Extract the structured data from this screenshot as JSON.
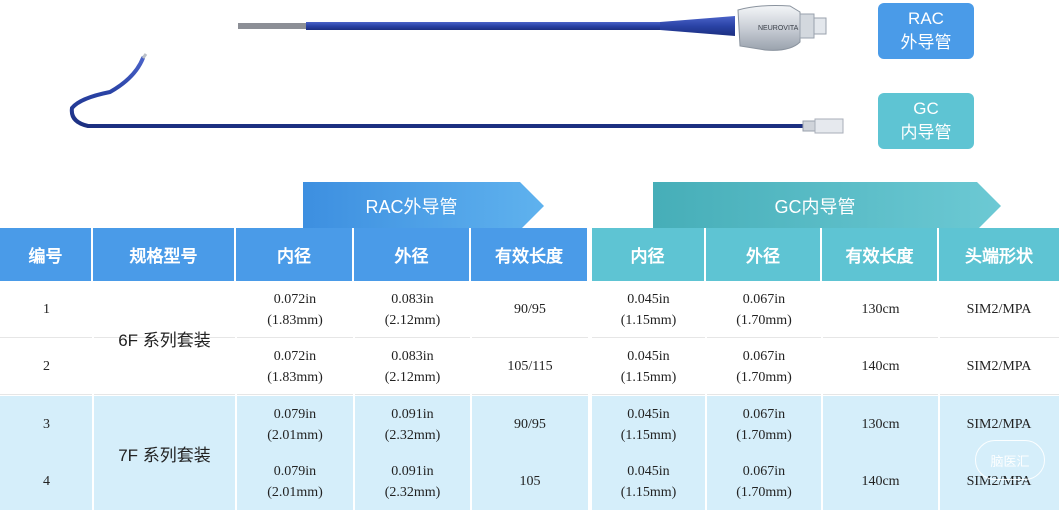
{
  "labels": {
    "rac": {
      "line1": "RAC",
      "line2": "外导管"
    },
    "gc": {
      "line1": "GC",
      "line2": "内导管"
    },
    "brand": "NEUROVITA"
  },
  "groups": {
    "rac": "RAC外导管",
    "gc": "GC内导管"
  },
  "headers": [
    "编号",
    "规格型号",
    "内径",
    "外径",
    "有效长度",
    "内径",
    "外径",
    "有效长度",
    "头端形状"
  ],
  "specs": [
    "6F 系列套装",
    "7F 系列套装"
  ],
  "rows": [
    {
      "no": "1",
      "rac_id": [
        "0.072in",
        "(1.83mm)"
      ],
      "rac_od": [
        "0.083in",
        "(2.12mm)"
      ],
      "rac_len": "90/95",
      "gc_id": [
        "0.045in",
        "(1.15mm)"
      ],
      "gc_od": [
        "0.067in",
        "(1.70mm)"
      ],
      "gc_len": "130cm",
      "tip": "SIM2/MPA"
    },
    {
      "no": "2",
      "rac_id": [
        "0.072in",
        "(1.83mm)"
      ],
      "rac_od": [
        "0.083in",
        "(2.12mm)"
      ],
      "rac_len": "105/115",
      "gc_id": [
        "0.045in",
        "(1.15mm)"
      ],
      "gc_od": [
        "0.067in",
        "(1.70mm)"
      ],
      "gc_len": "140cm",
      "tip": "SIM2/MPA"
    },
    {
      "no": "3",
      "rac_id": [
        "0.079in",
        "(2.01mm)"
      ],
      "rac_od": [
        "0.091in",
        "(2.32mm)"
      ],
      "rac_len": "90/95",
      "gc_id": [
        "0.045in",
        "(1.15mm)"
      ],
      "gc_od": [
        "0.067in",
        "(1.70mm)"
      ],
      "gc_len": "130cm",
      "tip": "SIM2/MPA"
    },
    {
      "no": "4",
      "rac_id": [
        "0.079in",
        "(2.01mm)"
      ],
      "rac_od": [
        "0.091in",
        "(2.32mm)"
      ],
      "rac_len": "105",
      "gc_id": [
        "0.045in",
        "(1.15mm)"
      ],
      "gc_od": [
        "0.067in",
        "(1.70mm)"
      ],
      "gc_len": "140cm",
      "tip": "SIM2/MPA"
    }
  ],
  "watermark": "脑医汇",
  "colors": {
    "blue": "#4a9be8",
    "teal": "#5ec4d3",
    "row_alt": "#d5eefa",
    "catheter": "#2b44a8"
  }
}
